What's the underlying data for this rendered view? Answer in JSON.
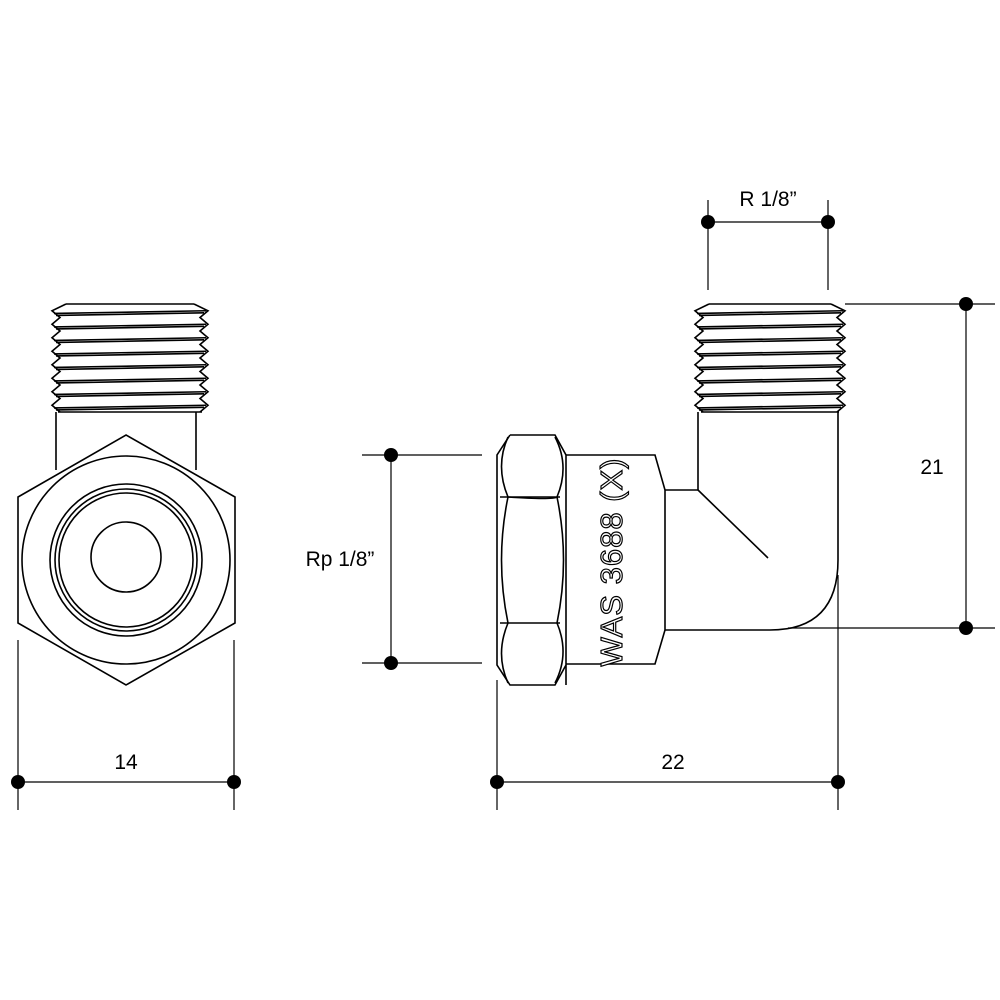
{
  "drawing": {
    "marking": "WAS 3688 (X)",
    "dimensions": {
      "male_thread": "R 1/8”",
      "female_thread": "Rp 1/8”",
      "height": "21",
      "length": "22",
      "hex_width": "14"
    }
  }
}
